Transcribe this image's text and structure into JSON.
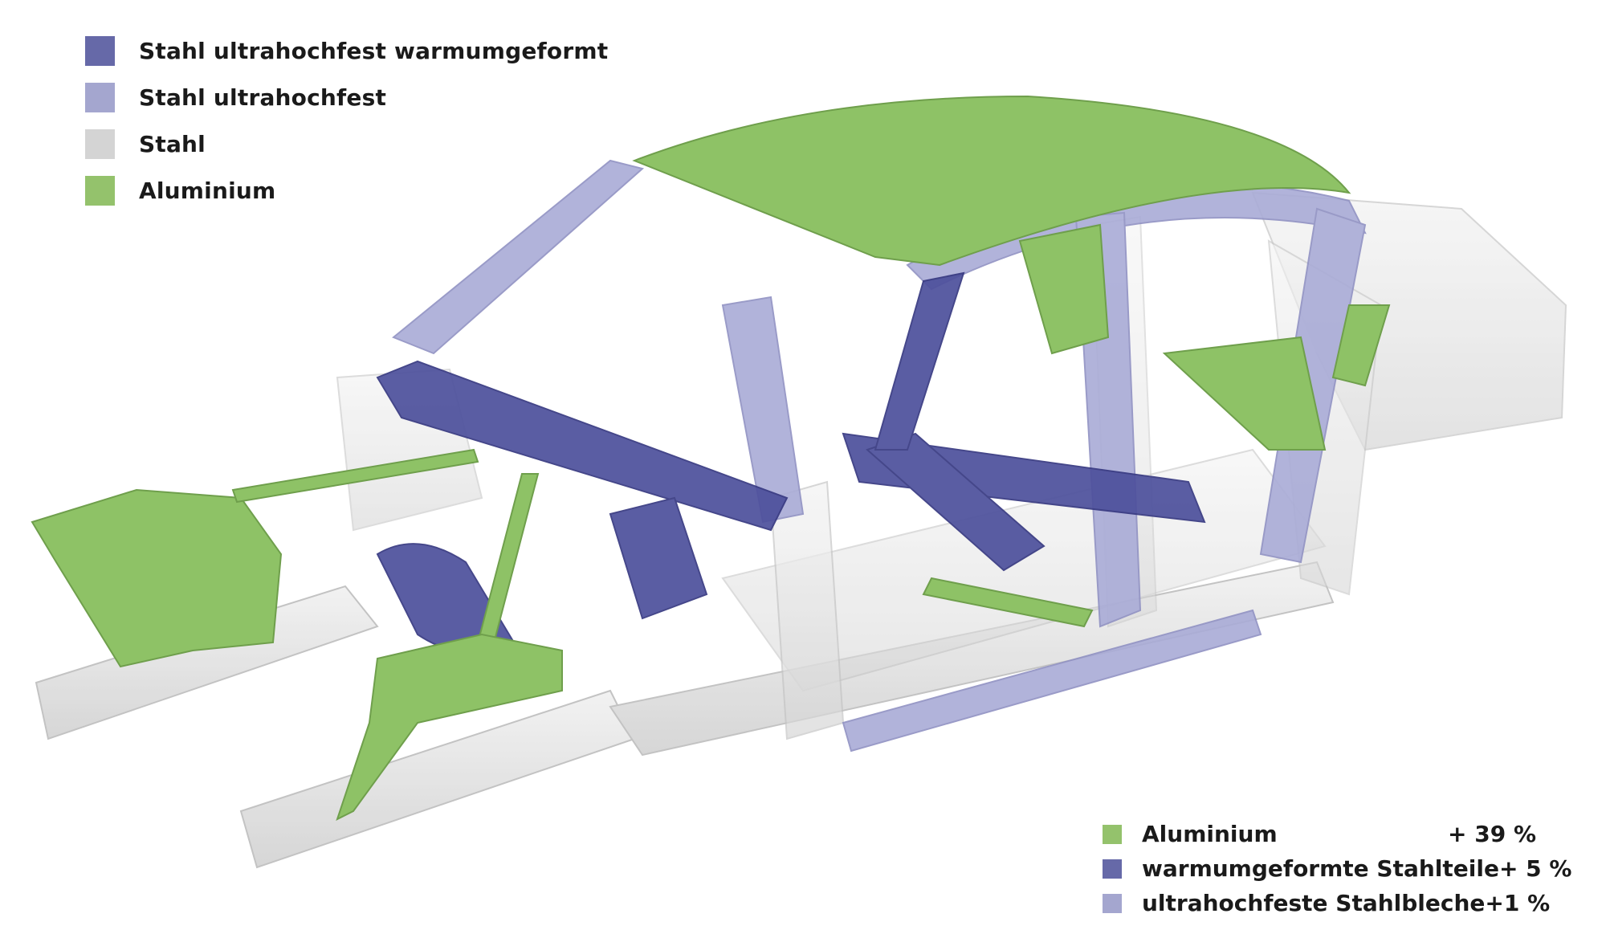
{
  "legend": [
    {
      "label": "Stahl ultrahochfest warmumgeformt",
      "color": "#6669a8"
    },
    {
      "label": "Stahl ultrahochfest",
      "color": "#a4a6cf"
    },
    {
      "label": "Stahl",
      "color": "#d4d4d4"
    },
    {
      "label": "Aluminium",
      "color": "#94c26c"
    }
  ],
  "stats": [
    {
      "label": "Aluminium",
      "value": "+ 39 %",
      "color": "#94c26c"
    },
    {
      "label": "warmumgeformte Stahlteile",
      "value": "+ 5 %",
      "color": "#6669a8"
    },
    {
      "label": "ultrahochfeste Stahlbleche",
      "value": "+1 %",
      "color": "#a4a6cf"
    }
  ],
  "colors": {
    "hot_formed": "#4b4e9a",
    "ultra_high_strength": "#9a9cd0",
    "steel": "#dcdcdc",
    "aluminium": "#8ec266"
  }
}
